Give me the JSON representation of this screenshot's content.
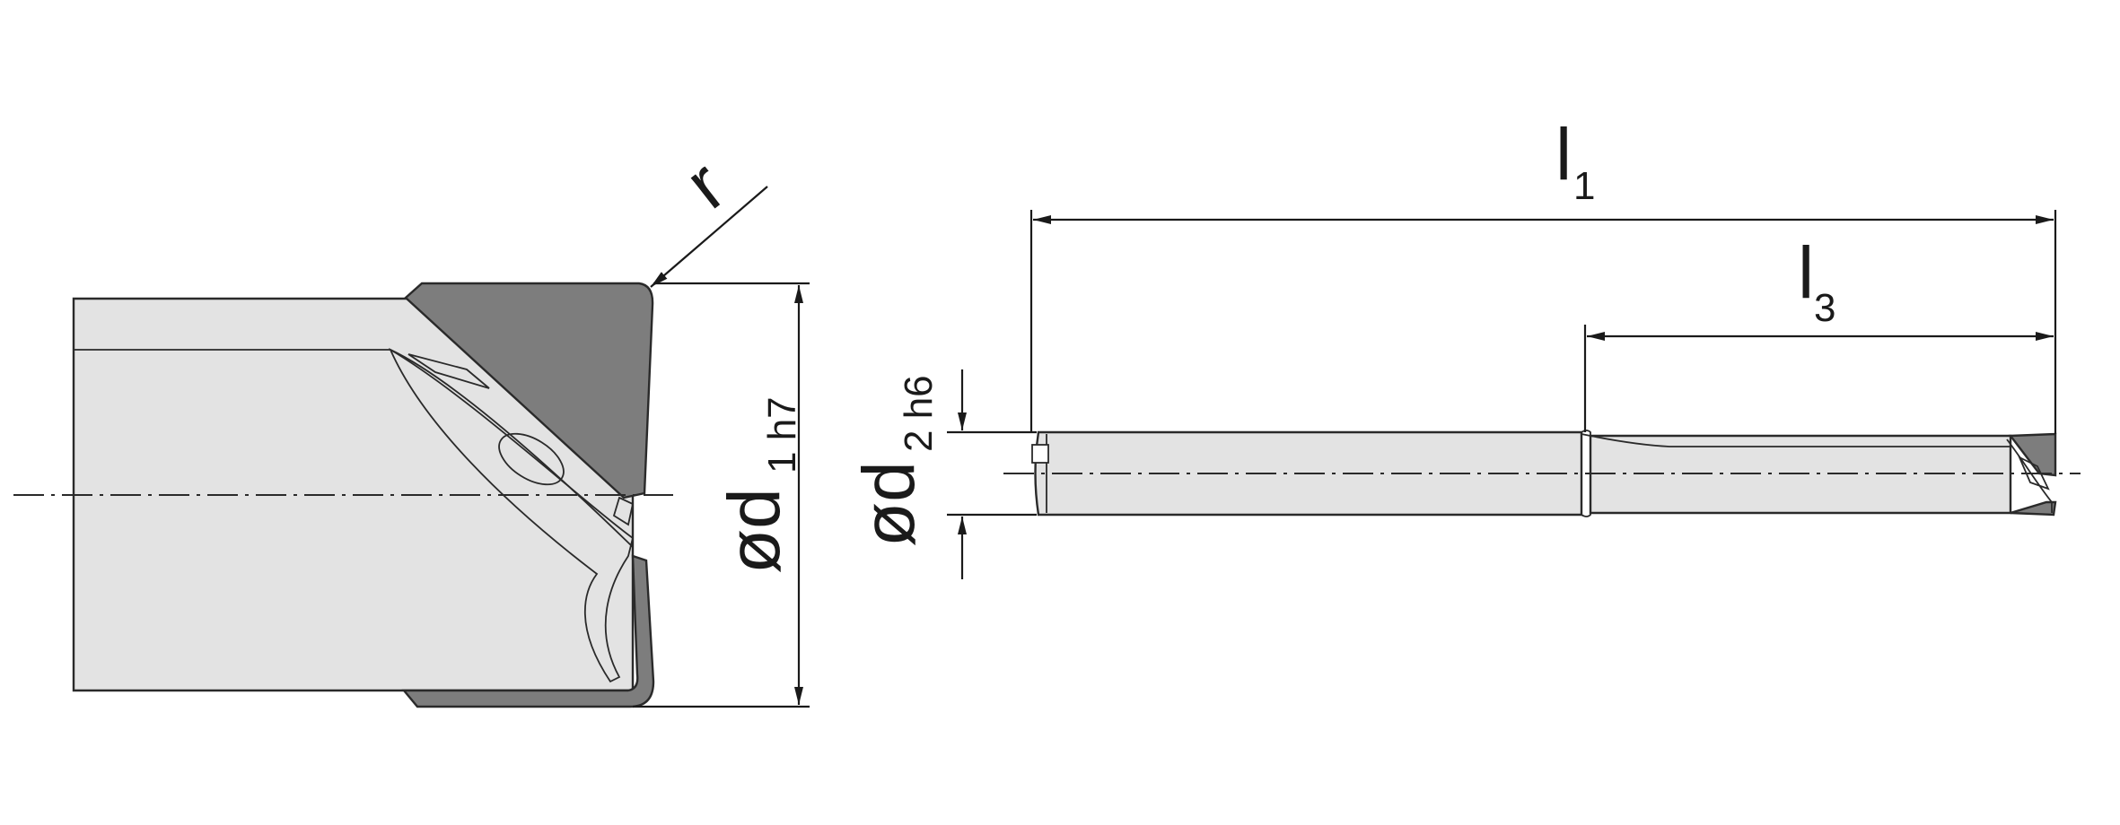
{
  "colors": {
    "body_fill": "#e3e3e3",
    "insert_fill": "#7d7d7d",
    "line": "#1a1a1a",
    "background": "#ffffff"
  },
  "labels": {
    "radius": "r",
    "d1_main": "ød",
    "d1_sub": "1 h7",
    "d2_main": "ød",
    "d2_sub": "2 h6",
    "l1_main": "l",
    "l1_sub": "1",
    "l3_main": "l",
    "l3_sub": "3"
  }
}
